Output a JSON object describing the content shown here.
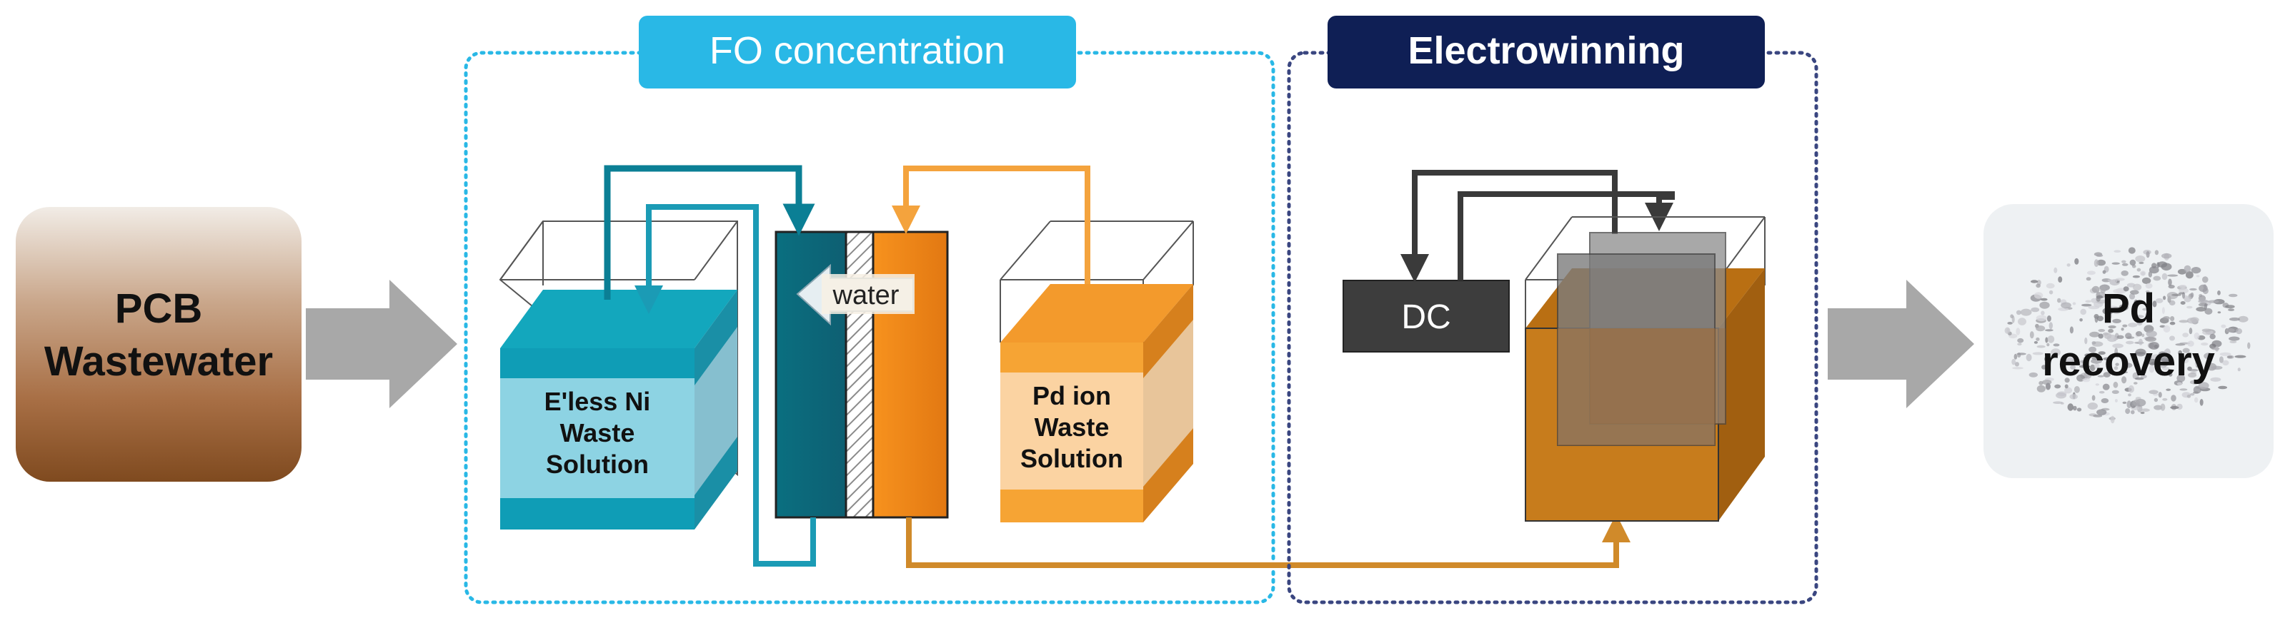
{
  "source": {
    "line1": "PCB",
    "line2": "Wastewater"
  },
  "fo_section": {
    "title": "FO concentration"
  },
  "ew_section": {
    "title": "Electrowinning"
  },
  "ni_tank": {
    "line1": "E'less Ni",
    "line2": "Waste",
    "line3": "Solution"
  },
  "pd_tank": {
    "line1": "Pd ion",
    "line2": "Waste",
    "line3": "Solution"
  },
  "membrane": {
    "flow_label": "water"
  },
  "power": {
    "label": "DC"
  },
  "product": {
    "line1": "Pd",
    "line2": "recovery"
  },
  "colors": {
    "fo_accent": "#29b8e6",
    "ew_accent": "#0f1f55",
    "teal_stream": "#0b7f95",
    "orange_stream": "#f4a33d",
    "mixed_stream": "#d08a2a",
    "gray_arrow": "#a8a8a8"
  },
  "icons": {
    "flow_arrows": "block-arrow-right-icon",
    "membrane_flow": "arrow-left-icon",
    "product_image": "metal-powder-icon"
  }
}
